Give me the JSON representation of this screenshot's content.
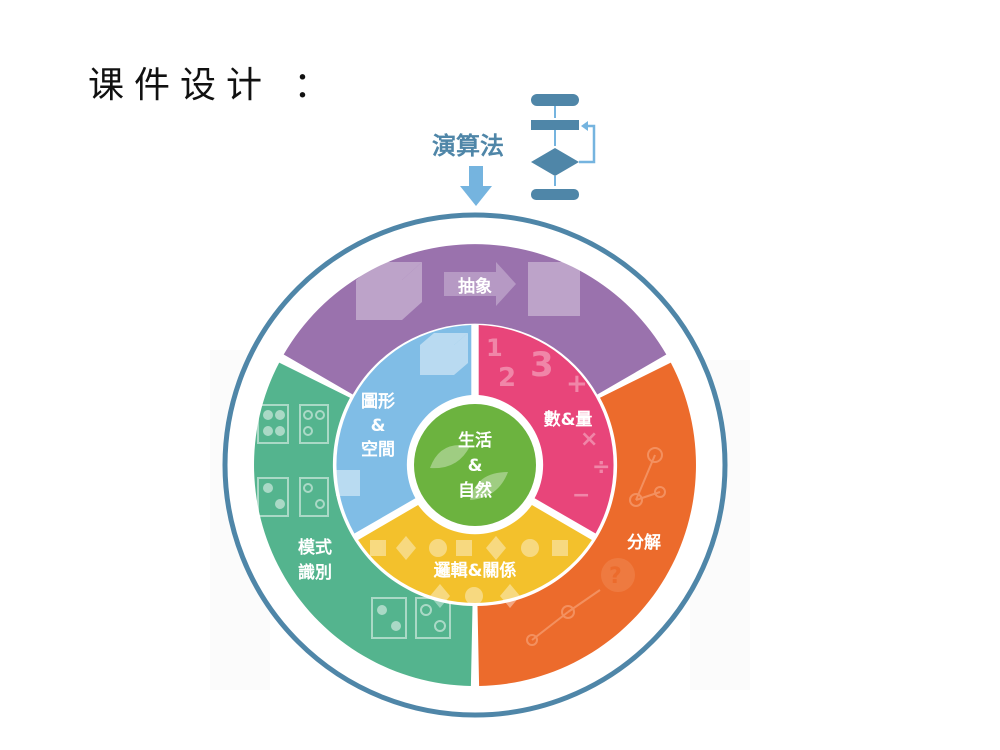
{
  "title": "课件设计 ：",
  "diagram": {
    "algorithm_label": "演算法",
    "outer": {
      "abstraction": "抽象",
      "decomposition": "分解",
      "pattern_line1": "模式",
      "pattern_line2": "識別"
    },
    "inner": {
      "shape_line1": "圖形",
      "shape_line2": "&",
      "shape_line3": "空間",
      "number": "數&量",
      "logic": "邏輯&關係"
    },
    "center": {
      "line1": "生活",
      "line2": "&",
      "line3": "自然"
    },
    "numerals": [
      "1",
      "2",
      "3",
      "+",
      "×",
      "÷",
      "−",
      "?"
    ]
  },
  "colors": {
    "ring_border": "#4f86a8",
    "abstraction": "#9a72ad",
    "decomposition": "#ec6b2c",
    "pattern": "#54b48e",
    "shape": "#80bde6",
    "number": "#e8457a",
    "logic": "#f3c12c",
    "center": "#6cb33f",
    "algorithm": "#4f86a8",
    "arrow": "#75b4df"
  }
}
